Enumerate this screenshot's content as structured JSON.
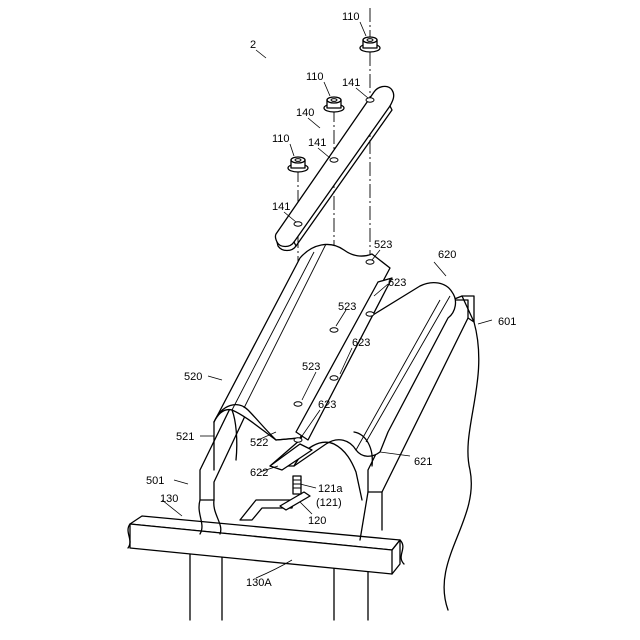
{
  "labels": {
    "fig": "2",
    "nut_a": "110",
    "nut_b": "110",
    "nut_c": "110",
    "strip": "140",
    "hole_a": "141",
    "hole_b": "141",
    "hole_c": "141",
    "cover_upper": "520",
    "cover_upper_edge": "521",
    "cover_upper_flange": "522",
    "hole_u1": "523",
    "hole_u2": "523",
    "hole_u3": "523",
    "cover_lower": "620",
    "cover_lower_edge": "621",
    "cover_lower_flange": "622",
    "hole_l1": "623",
    "hole_l2": "623",
    "hole_l3": "623",
    "panel_left": "501",
    "panel_right": "601",
    "rail": "130",
    "rail_support": "130A",
    "bracket": "120",
    "bolt": "121a",
    "bolt_group": "(121)"
  }
}
